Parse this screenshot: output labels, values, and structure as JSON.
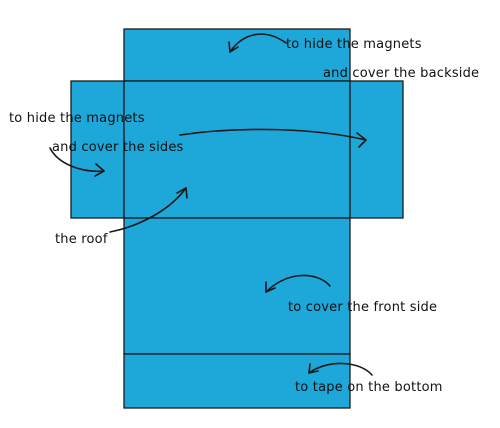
{
  "colors": {
    "panel_fill": "#1ea7d9",
    "line": "#1a1a1a",
    "text": "#111111",
    "background": "#ffffff"
  },
  "labels": {
    "hide_magnets_back": "to hide the magnets",
    "cover_backside": "and cover the backside",
    "hide_magnets_sides": "to hide the magnets",
    "cover_sides": "and cover the sides",
    "roof": "the roof",
    "front_side": "to cover the front side",
    "bottom": "to tape on the bottom"
  }
}
